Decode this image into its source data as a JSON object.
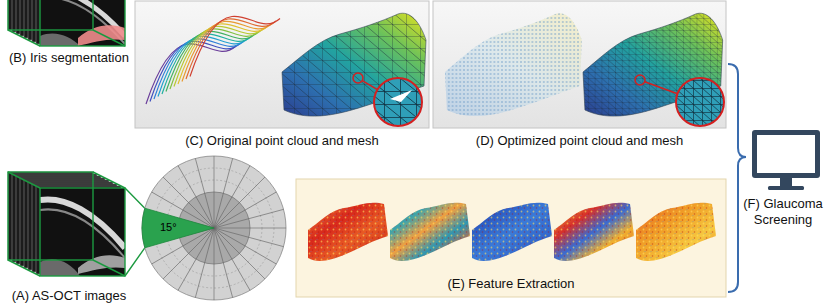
{
  "diagram": {
    "nodes": [
      {
        "text": [
          "(B) Iris segmentation"
        ]
      },
      {
        "text": [
          "(C) Original point cloud and mesh"
        ]
      },
      {
        "text": [
          "(D) Optimized point cloud and mesh"
        ]
      },
      {
        "text": [
          "(F) Glaucoma Screening"
        ]
      },
      {
        "text": [
          "(A) AS-OCT images"
        ]
      },
      {
        "text": [
          "(E) Feature Extraction"
        ]
      }
    ],
    "labels": [
      "15°"
    ]
  }
}
